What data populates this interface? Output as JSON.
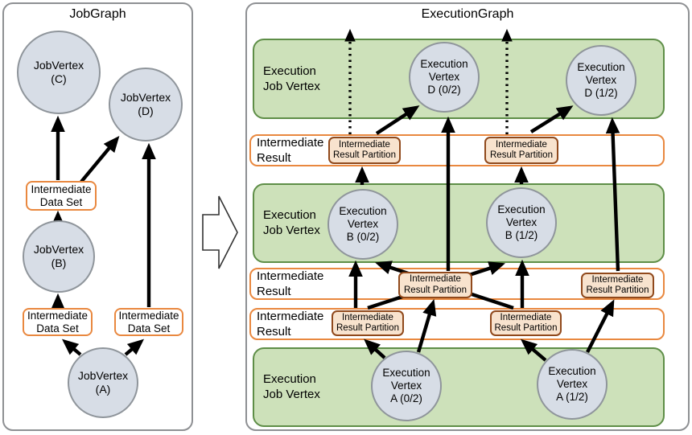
{
  "job_graph": {
    "title": "JobGraph",
    "vertices": {
      "c": {
        "line1": "JobVertex",
        "line2": "(C)"
      },
      "d": {
        "line1": "JobVertex",
        "line2": "(D)"
      },
      "b": {
        "line1": "JobVertex",
        "line2": "(B)"
      },
      "a": {
        "line1": "JobVertex",
        "line2": "(A)"
      }
    },
    "datasets": {
      "top": {
        "line1": "Intermediate",
        "line2": "Data Set"
      },
      "left": {
        "line1": "Intermediate",
        "line2": "Data Set"
      },
      "right": {
        "line1": "Intermediate",
        "line2": "Data Set"
      }
    }
  },
  "execution_graph": {
    "title": "ExecutionGraph",
    "bands": [
      {
        "id": "d",
        "label": {
          "line1": "Execution",
          "line2": "Job Vertex"
        }
      },
      {
        "id": "b",
        "label": {
          "line1": "Execution",
          "line2": "Job Vertex"
        }
      },
      {
        "id": "a",
        "label": {
          "line1": "Execution",
          "line2": "Job Vertex"
        }
      }
    ],
    "vertices": {
      "d0": {
        "line1": "Execution",
        "line2": "Vertex",
        "line3": "D (0/2)"
      },
      "d1": {
        "line1": "Execution",
        "line2": "Vertex",
        "line3": "D (1/2)"
      },
      "b0": {
        "line1": "Execution",
        "line2": "Vertex",
        "line3": "B (0/2)"
      },
      "b1": {
        "line1": "Execution",
        "line2": "Vertex",
        "line3": "B (1/2)"
      },
      "a0": {
        "line1": "Execution",
        "line2": "Vertex",
        "line3": "A (0/2)"
      },
      "a1": {
        "line1": "Execution",
        "line2": "Vertex",
        "line3": "A (1/2)"
      }
    },
    "results": [
      {
        "id": "b-to-d",
        "label": {
          "line1": "Intermediate",
          "line2": "Result"
        },
        "partitions": [
          {
            "line1": "Intermediate",
            "line2": "Result Partition"
          },
          {
            "line1": "Intermediate",
            "line2": "Result Partition"
          }
        ]
      },
      {
        "id": "a-to-d",
        "label": {
          "line1": "Intermediate",
          "line2": "Result"
        },
        "partitions": [
          {
            "line1": "Intermediate",
            "line2": "Result Partition"
          },
          {
            "line1": "Intermediate",
            "line2": "Result Partition"
          }
        ]
      },
      {
        "id": "a-to-b",
        "label": {
          "line1": "Intermediate",
          "line2": "Result"
        },
        "partitions": [
          {
            "line1": "Intermediate",
            "line2": "Result Partition"
          },
          {
            "line1": "Intermediate",
            "line2": "Result Partition"
          }
        ]
      }
    ]
  },
  "colors": {
    "band_fill": "#cde1ba",
    "band_border": "#5e8e47",
    "vertex_fill": "#d7dde6",
    "vertex_border": "#8f959b",
    "result_row_border": "#e9883f",
    "partition_fill": "#f8e3ce",
    "partition_border": "#90491c",
    "arrow": "#000000"
  }
}
